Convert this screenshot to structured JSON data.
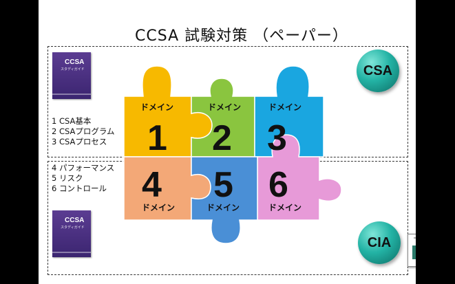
{
  "slide": {
    "title": "CCSA  試験対策 （ペーパー）",
    "book_title": "CCSA",
    "book_subtitle": "スタディガイド",
    "upper_list": [
      "1  CSA基本",
      "2  CSAプログラム",
      "3  CSAプロセス"
    ],
    "lower_list": [
      "4  パフォーマンス",
      "5  リスク",
      "6  コントロール"
    ],
    "badge_top": "CSA",
    "badge_bottom": "CIA",
    "domain_word": "ドメイン",
    "pieces": [
      {
        "number": "1",
        "color": "#f7b900"
      },
      {
        "number": "2",
        "color": "#8ac53f"
      },
      {
        "number": "3",
        "color": "#1aa6e0"
      },
      {
        "number": "4",
        "color": "#f3a877"
      },
      {
        "number": "5",
        "color": "#4a8fd6"
      },
      {
        "number": "6",
        "color": "#e79ad8"
      }
    ]
  }
}
